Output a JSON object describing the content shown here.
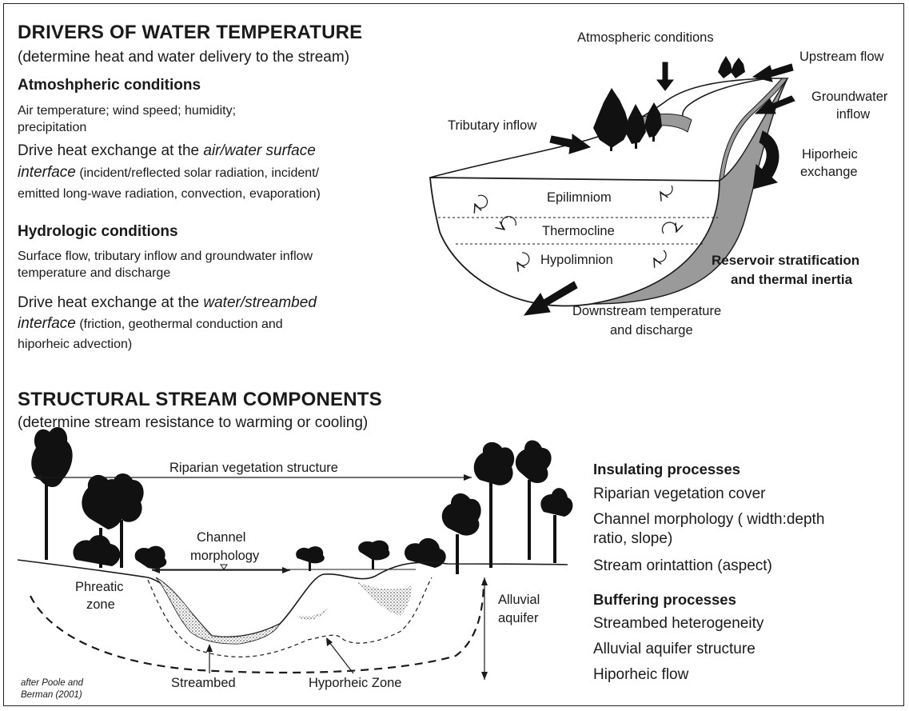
{
  "drivers": {
    "title": "DRIVERS OF WATER TEMPERATURE",
    "subtitle": "(determine heat and water delivery to the stream)",
    "atmospheric": {
      "heading": "Atmoshpheric conditions",
      "line1": "Air temperature; wind speed; humidity;",
      "line2": "precipitation",
      "drive_line1_a": "Drive heat exchange at the ",
      "drive_line1_em": "air/water surface",
      "drive_line2_em": "interface",
      "drive_line2_b": " (incident/reflected solar radiation, incident/",
      "drive_line3": "emitted long-wave radiation, convection, evaporation)"
    },
    "hydrologic": {
      "heading": "Hydrologic conditions",
      "line1": "Surface flow, tributary inflow and groundwater inflow",
      "line2": "temperature and discharge",
      "drive_line1_a": "Drive heat exchange at the ",
      "drive_line1_em": "water/streambed",
      "drive_line2_em": "interface",
      "drive_line2_b": " (friction, geothermal conduction and",
      "drive_line3": "hiporheic advection)"
    }
  },
  "reservoir_diagram": {
    "atmospheric_conditions": "Atmospheric conditions",
    "upstream_flow": "Upstream flow",
    "groundwater_inflow_1": "Groundwater",
    "groundwater_inflow_2": "inflow",
    "tributary_inflow": "Tributary inflow",
    "hiporheic_1": "Hiporheic",
    "hiporheic_2": "exchange",
    "epilimnion": "Epilimniom",
    "thermocline": "Thermocline",
    "hypolimnion": "Hypolimnion",
    "stratification_1": "Reservoir stratification",
    "stratification_2": "and thermal inertia",
    "downstream_1": "Downstream temperature",
    "downstream_2": "and discharge"
  },
  "structural": {
    "title": "STRUCTURAL STREAM COMPONENTS",
    "subtitle": "(determine stream resistance to warming or cooling)"
  },
  "cross_section": {
    "riparian": "Riparian vegetation structure",
    "channel_1": "Channel",
    "channel_2": "morphology",
    "phreatic_1": "Phreatic",
    "phreatic_2": "zone",
    "alluvial_1": "Alluvial",
    "alluvial_2": "aquifer",
    "streambed": "Streambed",
    "hyporheic": "Hyporheic Zone",
    "citation_1": "after Poole and",
    "citation_2": "Berman (2001)"
  },
  "processes": {
    "insulating_heading": "Insulating processes",
    "insulating": [
      "Riparian vegetation cover",
      "Channel morphology ( width:depth",
      "ratio, slope)",
      "Stream orintattion (aspect)"
    ],
    "buffering_heading": "Buffering processes",
    "buffering": [
      "Streambed heterogeneity",
      "Alluvial aquifer structure",
      "Hiporheic flow"
    ]
  },
  "colors": {
    "ink": "#1a1a1a",
    "gray_fill": "#9a9a9a",
    "tree": "#111111"
  }
}
